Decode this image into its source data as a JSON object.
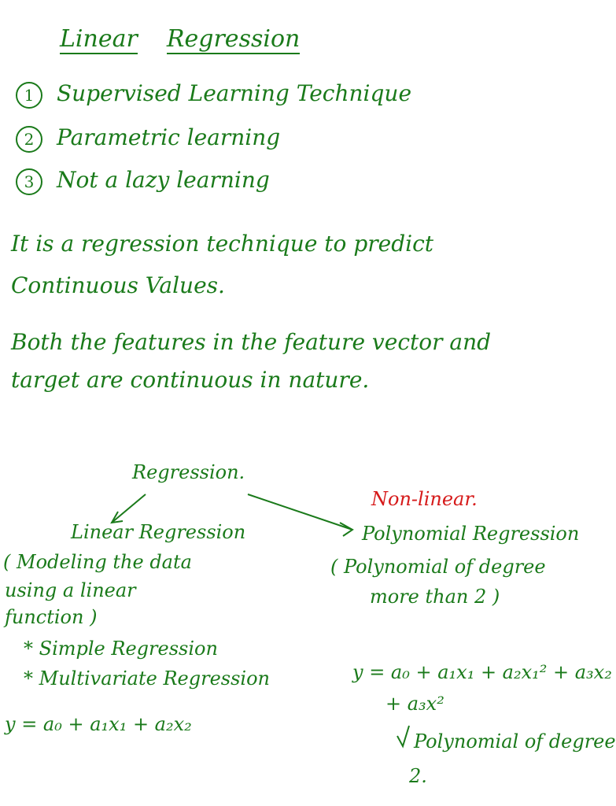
{
  "colors": {
    "ink": "#1a7a1a",
    "accent_red": "#d61a1a"
  },
  "notes": {
    "title_part1": "Linear",
    "title_part2": "Regression",
    "items": [
      {
        "num": "1",
        "text": "Supervised Learning Technique"
      },
      {
        "num": "2",
        "text": "Parametric learning"
      },
      {
        "num": "3",
        "text": "Not a lazy learning"
      }
    ],
    "para1_line1": "It is a regression technique to predict",
    "para1_line2": "Continuous Values.",
    "para2_line1": "Both the features in the feature vector and",
    "para2_line2": "target are continuous in nature.",
    "diagram": {
      "root": "Regression.",
      "nonlinear_tag": "Non-linear.",
      "left_title": "Linear Regression",
      "left_desc": [
        "( Modeling the data",
        "using a linear",
        "function )"
      ],
      "left_bullets": [
        "* Simple Regression",
        "* Multivariate Regression"
      ],
      "left_equation": "y = a₀ + a₁x₁ + a₂x₂",
      "right_title": "Polynomial Regression",
      "right_desc": [
        "( Polynomial of degree",
        "more than 2 )"
      ],
      "right_eq_line1": "y = a₀ + a₁x₁ + a₂x₁² + a₃x₂",
      "right_eq_line2": "+ a₃x²",
      "right_note_line1": "Polynomial of degree",
      "right_note_line2": "2."
    }
  }
}
